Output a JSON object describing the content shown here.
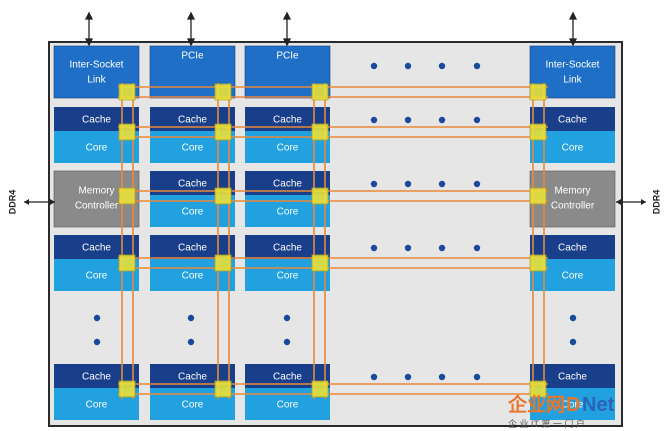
{
  "colors": {
    "cache": "#1a3f8a",
    "core": "#21a1e0",
    "io": "#1f6fc6",
    "memory": "#8a8a8a",
    "mesh": "#e9893a",
    "stop": "#e7e13a",
    "die": "#e6e6e6",
    "dot": "#1a4a9a"
  },
  "labels": {
    "cache": "Cache",
    "core": "Core",
    "pcie": "PCIe",
    "inter_socket_line1": "Inter-Socket",
    "inter_socket_line2": "Link",
    "memory_line1": "Memory",
    "memory_line2": "Controller",
    "ddr4_left": "DDR4",
    "ddr4_right": "DDR4"
  },
  "watermark": {
    "brand_cn": "企业网",
    "brand_en": "D",
    "brand_en_rest": "Net",
    "slogan": "企 业 IT 第 一 门 户"
  }
}
